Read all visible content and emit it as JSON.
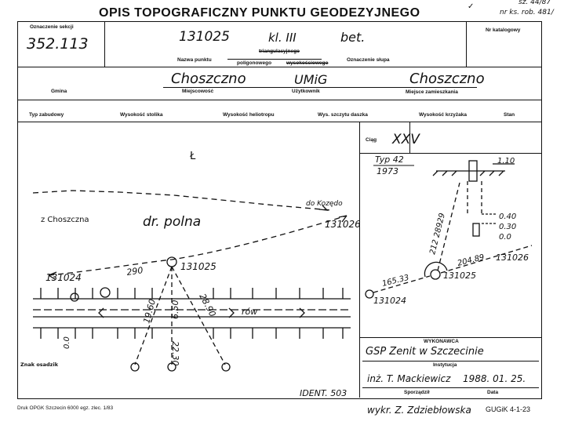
{
  "header": {
    "title": "OPIS TOPOGRAFICZNY PUNKTU GEODEZYJNEGO",
    "corner_note_1": "sz. 44/87",
    "corner_note_2": "nr ks. rob. 481/"
  },
  "row1": {
    "section_label": "Oznaczenie sekcji",
    "section_number": "352.113",
    "point_name": "131025",
    "point_class": "kl. III",
    "marker_type": "bet.",
    "point_name_label": "Nazwa punktu",
    "type_opt_1": "triangulacyjnego",
    "type_opt_2": "poligonowego",
    "type_opt_3": "wysokościowego",
    "marker_label": "Oznaczenie słupa",
    "catalog_label": "Nr katalogowy"
  },
  "row2": {
    "gmina": "Choszczno",
    "miejscowosc": "UMiG",
    "miejsce": "Choszczno",
    "gmina_label": "Gmina",
    "miejscowosc_label": "Miejscowość",
    "uzytkownik_label": "Użytkownik",
    "miejsce_label": "Miejsce zamieszkania"
  },
  "row3": {
    "labels": [
      "Typ zabudowy",
      "Wysokość stolika",
      "Wysokość heliotropu",
      "Wys. szczytu daszka",
      "Wysokość krzyżaka",
      "Stan"
    ]
  },
  "sketch": {
    "north_mark": "Ł",
    "from_label": "z Choszczna",
    "to_label": "do Kozędo",
    "road_label": "dr. polna",
    "point_right": "131026",
    "point_center": "131025",
    "point_left": "131024",
    "dist_left": "290",
    "dist_a": "19.60",
    "dist_b": "6.50",
    "dist_c": "28.90",
    "dist_d": "22.30",
    "ditch_label": "rów",
    "offset_label": "0.0",
    "znak_label": "Znak osadzik",
    "ident": "IDENT. 503"
  },
  "right_panel": {
    "ciag_label": "Ciąg",
    "ciag_value": "XXV",
    "typ": "Typ 42",
    "year": "1973",
    "depth_1": "1.10",
    "depth_2": "0.40",
    "depth_3": "0.30",
    "depth_4": "0.0",
    "point_right": "131026",
    "point_center": "131025",
    "point_left": "131024",
    "angle": "212 28929",
    "dist_right": "204.89",
    "dist_left": "165.33"
  },
  "wykonawca": {
    "label": "WYKONAWCA",
    "institution": "GSP Zenit w Szczecinie",
    "institution_label": "Instytucja",
    "author": "inż. T. Mackiewicz",
    "date": "1988. 01. 25.",
    "author_label": "Sporządził",
    "date_label": "Data"
  },
  "footer": {
    "print": "Druk OPGK Szczecin 6000 egz. zlec. 1/83",
    "drawn_by": "wykr. Z. Zdziebłowska",
    "form": "GUGiK 4-1-23"
  }
}
